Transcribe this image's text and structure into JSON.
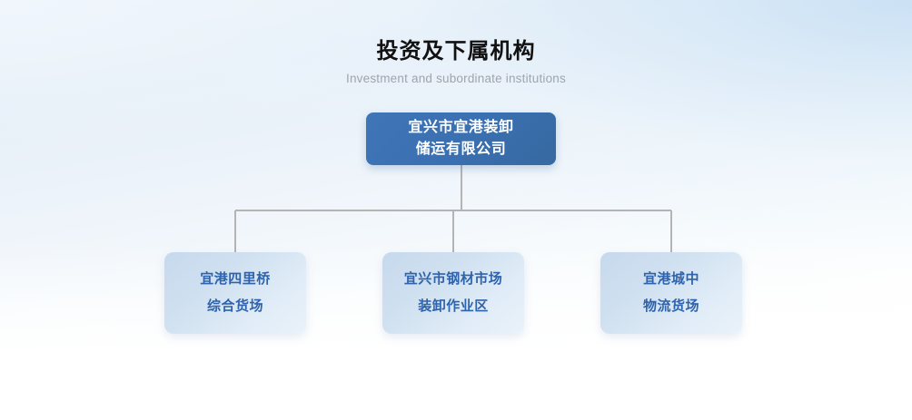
{
  "page": {
    "title_cn": "投资及下属机构",
    "title_en": "Investment and subordinate institutions"
  },
  "colors": {
    "root_node_bg": "#3a6fb1",
    "root_node_text": "#ffffff",
    "child_node_bg": "#cfe0f0",
    "child_node_text": "#2f63ab",
    "connector_line": "#b4b4b4",
    "title_text": "#111111",
    "subtitle_text": "#9fa4aa",
    "background_tint": "#e6eff8"
  },
  "chart_data": {
    "type": "diagram",
    "diagram_type": "organization-chart",
    "title": "投资及下属机构",
    "subtitle": "Investment and subordinate institutions",
    "root": {
      "id": "root",
      "lines": [
        "宜兴市宜港装卸",
        "储运有限公司"
      ],
      "full_name": "宜兴市宜港装卸储运有限公司"
    },
    "children": [
      {
        "id": "child-0",
        "lines": [
          "宜港四里桥",
          "综合货场"
        ],
        "full_name": "宜港四里桥综合货场"
      },
      {
        "id": "child-1",
        "lines": [
          "宜兴市钢材市场",
          "装卸作业区"
        ],
        "full_name": "宜兴市钢材市场装卸作业区"
      },
      {
        "id": "child-2",
        "lines": [
          "宜港城中",
          "物流货场"
        ],
        "full_name": "宜港城中物流货场"
      }
    ],
    "edges": [
      {
        "from": "root",
        "to": "child-0"
      },
      {
        "from": "root",
        "to": "child-1"
      },
      {
        "from": "root",
        "to": "child-2"
      }
    ],
    "levels": 2,
    "child_count": 3
  }
}
